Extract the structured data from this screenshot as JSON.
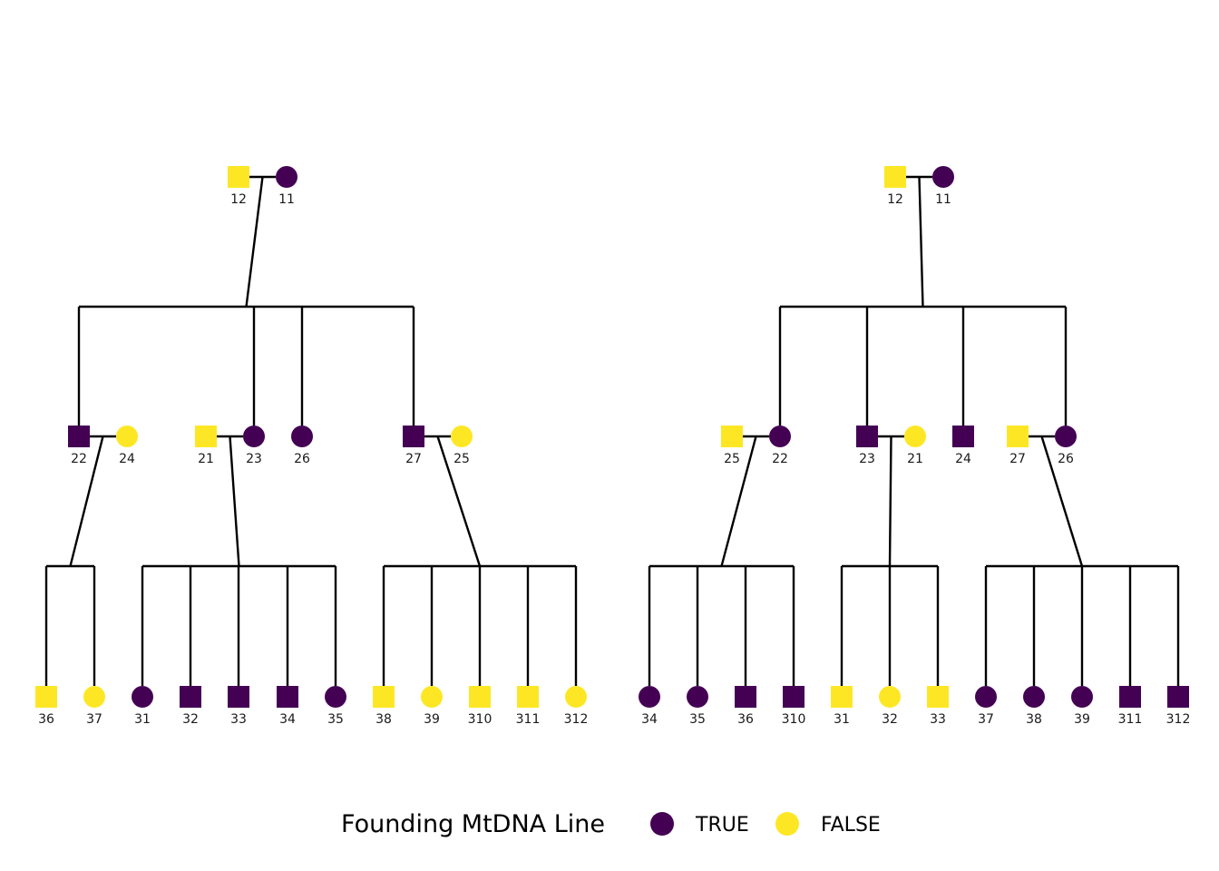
{
  "colors": {
    "true": "#440154",
    "false": "#FDE725",
    "line": "#000000"
  },
  "legend": {
    "title": "Founding MtDNA Line",
    "entries": [
      {
        "label": "TRUE",
        "value": true
      },
      {
        "label": "FALSE",
        "value": false
      }
    ]
  },
  "pedigrees": [
    {
      "people": [
        {
          "id": "12",
          "sex": "male",
          "mt": false,
          "gen": 1
        },
        {
          "id": "11",
          "sex": "female",
          "mt": true,
          "gen": 1
        },
        {
          "id": "22",
          "sex": "male",
          "mt": true,
          "gen": 2
        },
        {
          "id": "24",
          "sex": "female",
          "mt": false,
          "gen": 2
        },
        {
          "id": "21",
          "sex": "male",
          "mt": false,
          "gen": 2
        },
        {
          "id": "23",
          "sex": "female",
          "mt": true,
          "gen": 2
        },
        {
          "id": "26",
          "sex": "female",
          "mt": true,
          "gen": 2
        },
        {
          "id": "27",
          "sex": "male",
          "mt": true,
          "gen": 2
        },
        {
          "id": "25",
          "sex": "female",
          "mt": false,
          "gen": 2
        },
        {
          "id": "36",
          "sex": "male",
          "mt": false,
          "gen": 3
        },
        {
          "id": "37",
          "sex": "female",
          "mt": false,
          "gen": 3
        },
        {
          "id": "31",
          "sex": "female",
          "mt": true,
          "gen": 3
        },
        {
          "id": "32",
          "sex": "male",
          "mt": true,
          "gen": 3
        },
        {
          "id": "33",
          "sex": "male",
          "mt": true,
          "gen": 3
        },
        {
          "id": "34",
          "sex": "male",
          "mt": true,
          "gen": 3
        },
        {
          "id": "35",
          "sex": "female",
          "mt": true,
          "gen": 3
        },
        {
          "id": "38",
          "sex": "male",
          "mt": false,
          "gen": 3
        },
        {
          "id": "39",
          "sex": "female",
          "mt": false,
          "gen": 3
        },
        {
          "id": "310",
          "sex": "male",
          "mt": false,
          "gen": 3
        },
        {
          "id": "311",
          "sex": "male",
          "mt": false,
          "gen": 3
        },
        {
          "id": "312",
          "sex": "female",
          "mt": false,
          "gen": 3
        }
      ],
      "families": [
        {
          "parents": [
            "12",
            "11"
          ],
          "children": [
            "22",
            "23",
            "26",
            "27"
          ]
        },
        {
          "parents": [
            "22",
            "24"
          ],
          "children": [
            "36",
            "37"
          ]
        },
        {
          "parents": [
            "21",
            "23"
          ],
          "children": [
            "31",
            "32",
            "33",
            "34",
            "35"
          ]
        },
        {
          "parents": [
            "27",
            "25"
          ],
          "children": [
            "38",
            "39",
            "310",
            "311",
            "312"
          ]
        }
      ]
    },
    {
      "people": [
        {
          "id": "12",
          "sex": "male",
          "mt": false,
          "gen": 1
        },
        {
          "id": "11",
          "sex": "female",
          "mt": true,
          "gen": 1
        },
        {
          "id": "25",
          "sex": "male",
          "mt": false,
          "gen": 2
        },
        {
          "id": "22",
          "sex": "female",
          "mt": true,
          "gen": 2
        },
        {
          "id": "23",
          "sex": "male",
          "mt": true,
          "gen": 2
        },
        {
          "id": "21",
          "sex": "female",
          "mt": false,
          "gen": 2
        },
        {
          "id": "24",
          "sex": "male",
          "mt": true,
          "gen": 2
        },
        {
          "id": "27",
          "sex": "male",
          "mt": false,
          "gen": 2
        },
        {
          "id": "26",
          "sex": "female",
          "mt": true,
          "gen": 2
        },
        {
          "id": "34",
          "sex": "female",
          "mt": true,
          "gen": 3
        },
        {
          "id": "35",
          "sex": "female",
          "mt": true,
          "gen": 3
        },
        {
          "id": "36",
          "sex": "male",
          "mt": true,
          "gen": 3
        },
        {
          "id": "310",
          "sex": "male",
          "mt": true,
          "gen": 3
        },
        {
          "id": "31",
          "sex": "male",
          "mt": false,
          "gen": 3
        },
        {
          "id": "32",
          "sex": "female",
          "mt": false,
          "gen": 3
        },
        {
          "id": "33",
          "sex": "male",
          "mt": false,
          "gen": 3
        },
        {
          "id": "37",
          "sex": "female",
          "mt": true,
          "gen": 3
        },
        {
          "id": "38",
          "sex": "female",
          "mt": true,
          "gen": 3
        },
        {
          "id": "39",
          "sex": "female",
          "mt": true,
          "gen": 3
        },
        {
          "id": "311",
          "sex": "male",
          "mt": true,
          "gen": 3
        },
        {
          "id": "312",
          "sex": "male",
          "mt": true,
          "gen": 3
        }
      ],
      "families": [
        {
          "parents": [
            "12",
            "11"
          ],
          "children": [
            "22",
            "23",
            "24",
            "26"
          ]
        },
        {
          "parents": [
            "25",
            "22"
          ],
          "children": [
            "34",
            "35",
            "36",
            "310"
          ]
        },
        {
          "parents": [
            "23",
            "21"
          ],
          "children": [
            "31",
            "32",
            "33"
          ]
        },
        {
          "parents": [
            "27",
            "26"
          ],
          "children": [
            "37",
            "38",
            "39",
            "311",
            "312"
          ]
        }
      ]
    }
  ]
}
